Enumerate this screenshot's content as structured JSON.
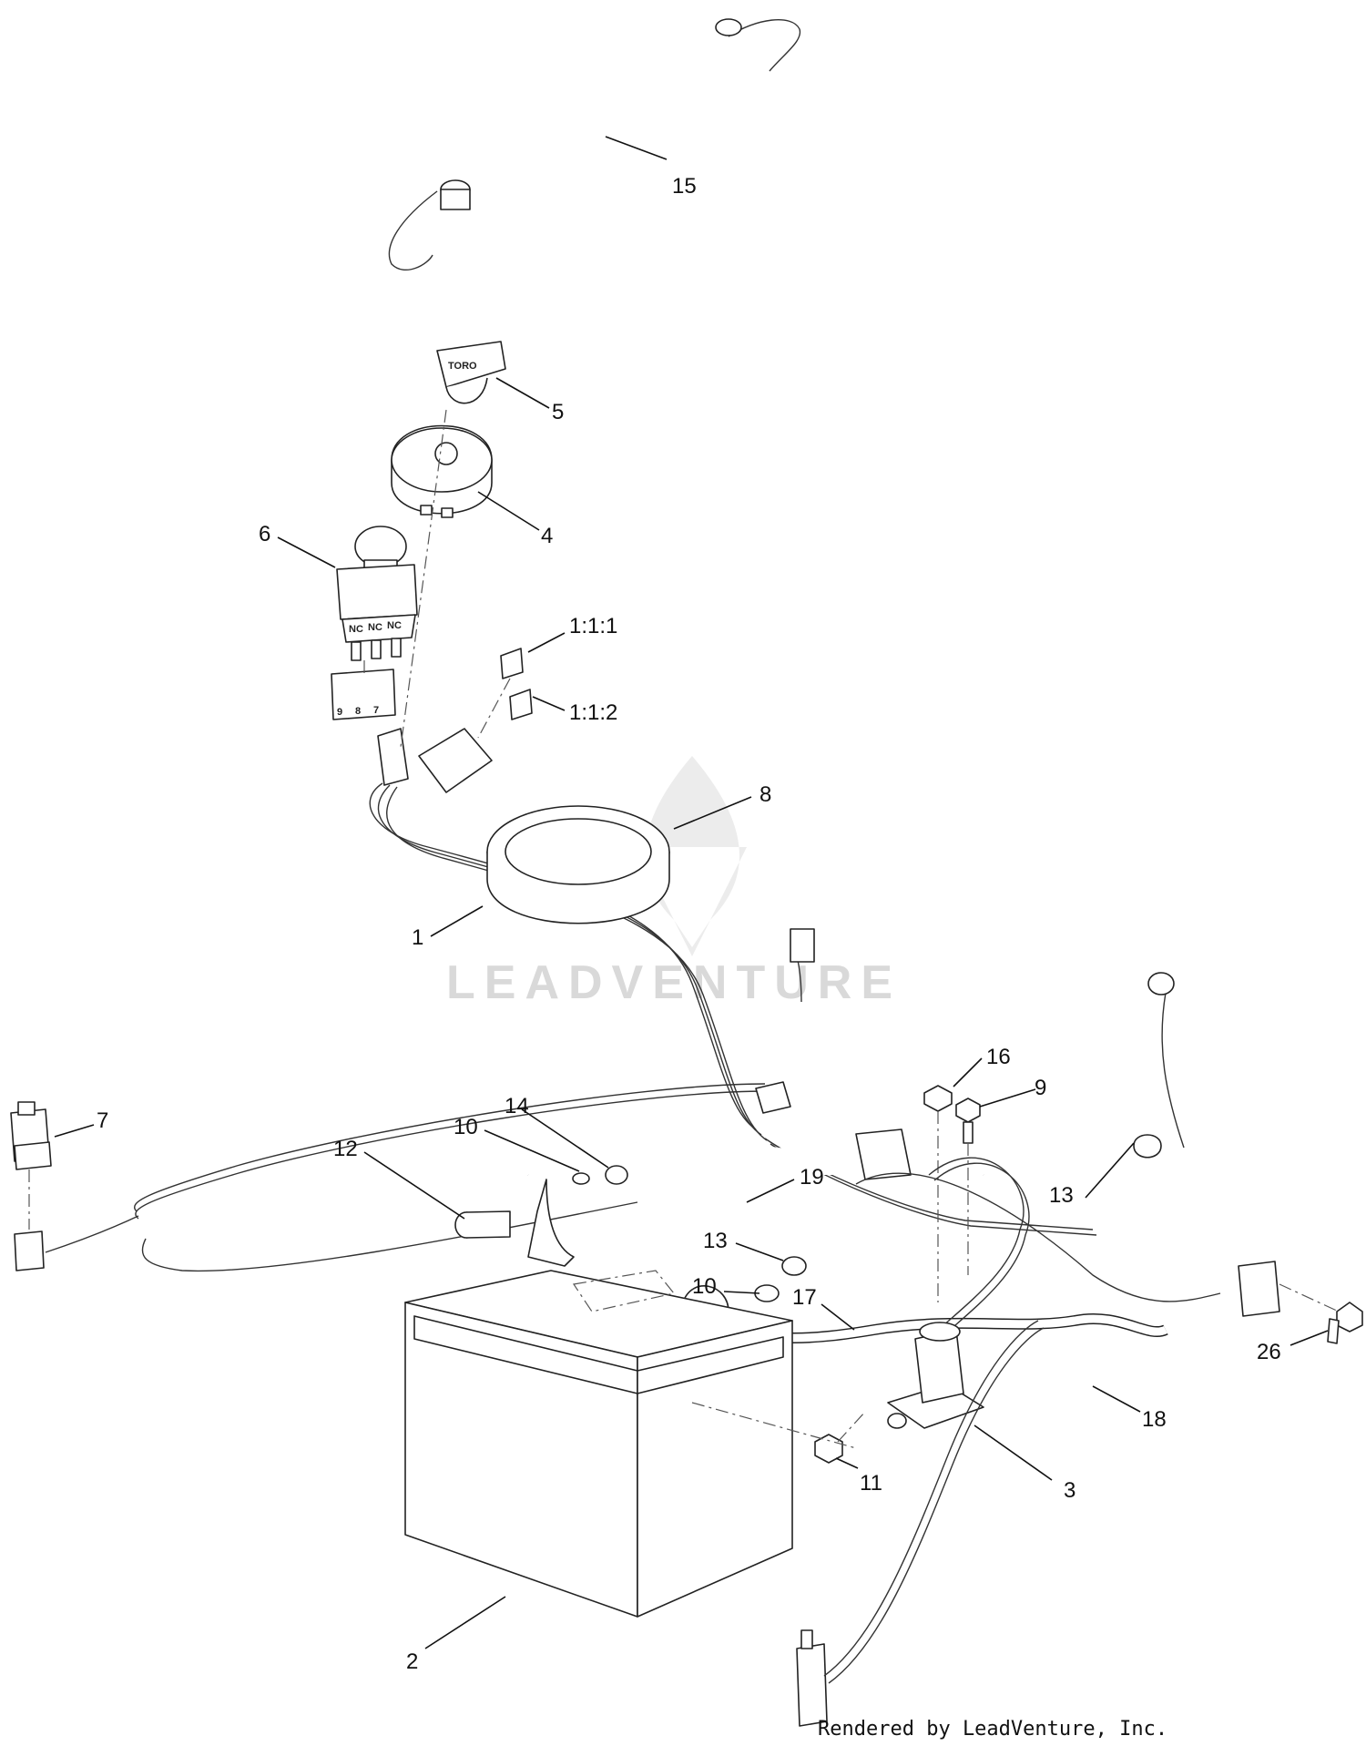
{
  "watermark": {
    "text": "LEADVENTURE"
  },
  "footer": {
    "credit": "Rendered by LeadVenture, Inc."
  },
  "part_text": {
    "key_brand": "TORO",
    "pto_contacts": [
      "NC",
      "NC",
      "NC"
    ],
    "connector_pins": [
      "9",
      "8",
      "7"
    ]
  },
  "callouts": [
    "15",
    "5",
    "4",
    "6",
    "1:1:1",
    "1:1:2",
    "8",
    "1",
    "7",
    "12",
    "10",
    "14",
    "19",
    "16",
    "9",
    "13",
    "13",
    "10",
    "17",
    "26",
    "18",
    "11",
    "3",
    "2"
  ]
}
